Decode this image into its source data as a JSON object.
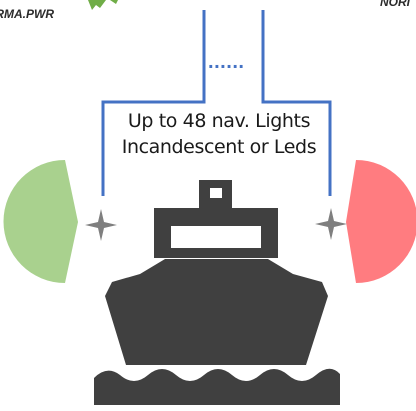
{
  "labels": {
    "left_device": "ORMA.PWR",
    "right_device": "NORI"
  },
  "caption": {
    "line1": "Up to 48 nav. Lights",
    "line2": "Incandescent or Leds"
  },
  "ellipsis": "......",
  "colors": {
    "wire": "#4472c4",
    "port_light": "#a9d18e",
    "starboard_light": "#ff7c80",
    "ship": "#404040",
    "star": "#7f7f7f",
    "top_device": "#70ad47"
  }
}
